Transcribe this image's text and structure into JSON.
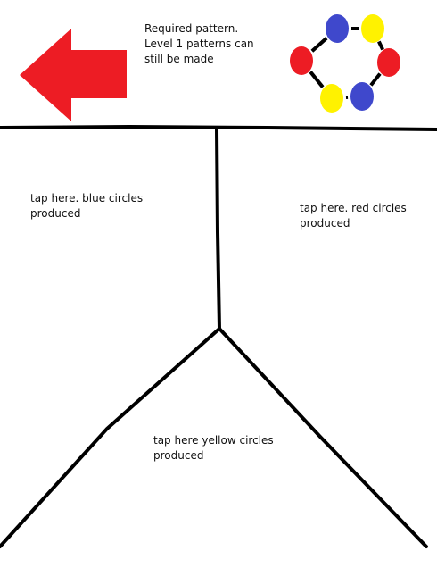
{
  "header": {
    "instruction": "Required pattern.\nLevel 1 patterns can\nstill be made"
  },
  "zones": {
    "blue": {
      "label": "tap here. blue circles\nproduced"
    },
    "red": {
      "label": "tap here. red circles\nproduced"
    },
    "yellow": {
      "label": "tap here yellow circles\nproduced"
    }
  },
  "pattern": {
    "circles": [
      {
        "color": "blue"
      },
      {
        "color": "yellow"
      },
      {
        "color": "red"
      },
      {
        "color": "blue"
      },
      {
        "color": "yellow"
      },
      {
        "color": "red"
      }
    ]
  },
  "colors": {
    "red": "#ed1c24",
    "blue": "#3f48cc",
    "yellow": "#fff200",
    "line": "#000000"
  },
  "icons": {
    "back": "left-arrow-icon"
  }
}
